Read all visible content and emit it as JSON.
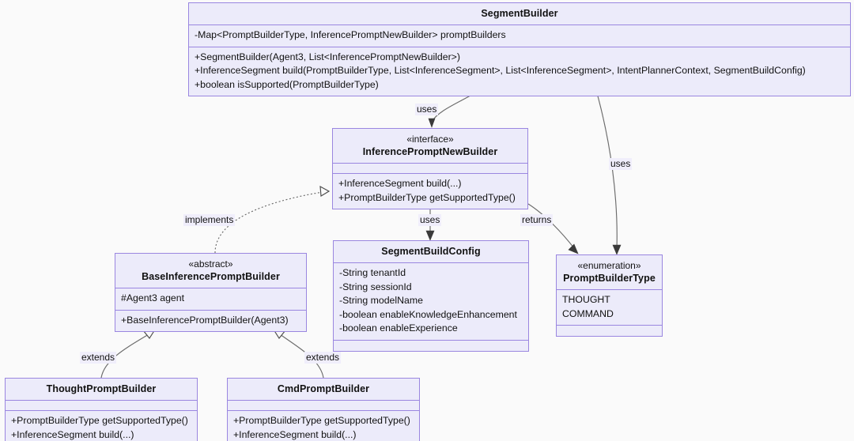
{
  "diagram": {
    "type": "uml-class-diagram",
    "background_color": "#fafafa",
    "box_fill_color": "#ecebfa",
    "box_border_color": "#9a86e0",
    "connector_color": "#6b6b6b"
  },
  "classes": {
    "segment_builder": {
      "name": "SegmentBuilder",
      "attributes": [
        "-Map<PromptBuilderType, InferencePromptNewBuilder> promptBuilders"
      ],
      "methods": [
        "+SegmentBuilder(Agent3, List<InferencePromptNewBuilder>)",
        "+InferenceSegment build(PromptBuilderType, List<InferenceSegment>, List<InferenceSegment>, IntentPlannerContext, SegmentBuildConfig)",
        "+boolean isSupported(PromptBuilderType)"
      ]
    },
    "inference_prompt_new_builder": {
      "stereotype": "«interface»",
      "name": "InferencePromptNewBuilder",
      "attributes": [],
      "methods": [
        "+InferenceSegment build(...)",
        "+PromptBuilderType getSupportedType()"
      ]
    },
    "segment_build_config": {
      "name": "SegmentBuildConfig",
      "attributes": [
        "-String tenantId",
        "-String sessionId",
        "-String modelName",
        "-boolean enableKnowledgeEnhancement",
        "-boolean enableExperience"
      ],
      "methods": []
    },
    "prompt_builder_type": {
      "stereotype": "«enumeration»",
      "name": "PromptBuilderType",
      "values": [
        "THOUGHT",
        "COMMAND"
      ],
      "methods": []
    },
    "base_inference_prompt_builder": {
      "stereotype": "«abstract»",
      "name": "BaseInferencePromptBuilder",
      "attributes": [
        "#Agent3 agent"
      ],
      "methods": [
        "+BaseInferencePromptBuilder(Agent3)"
      ]
    },
    "thought_prompt_builder": {
      "name": "ThoughtPromptBuilder",
      "attributes": [],
      "methods": [
        "+PromptBuilderType getSupportedType()",
        "+InferenceSegment build(...)"
      ]
    },
    "cmd_prompt_builder": {
      "name": "CmdPromptBuilder",
      "attributes": [],
      "methods": [
        "+PromptBuilderType getSupportedType()",
        "+InferenceSegment build(...)"
      ]
    }
  },
  "relationships": [
    {
      "id": "uses-interface",
      "label": "uses",
      "from": "SegmentBuilder",
      "to": "InferencePromptNewBuilder",
      "kind": "dependency"
    },
    {
      "id": "uses-enum",
      "label": "uses",
      "from": "SegmentBuilder",
      "to": "PromptBuilderType",
      "kind": "dependency"
    },
    {
      "id": "uses-config",
      "label": "uses",
      "from": "InferencePromptNewBuilder",
      "to": "SegmentBuildConfig",
      "kind": "dependency"
    },
    {
      "id": "returns-enum",
      "label": "returns",
      "from": "InferencePromptNewBuilder",
      "to": "PromptBuilderType",
      "kind": "dependency"
    },
    {
      "id": "implements-interface",
      "label": "implements",
      "from": "BaseInferencePromptBuilder",
      "to": "InferencePromptNewBuilder",
      "kind": "realization"
    },
    {
      "id": "extends-thought",
      "label": "extends",
      "from": "ThoughtPromptBuilder",
      "to": "BaseInferencePromptBuilder",
      "kind": "generalization"
    },
    {
      "id": "extends-cmd",
      "label": "extends",
      "from": "CmdPromptBuilder",
      "to": "BaseInferencePromptBuilder",
      "kind": "generalization"
    }
  ]
}
